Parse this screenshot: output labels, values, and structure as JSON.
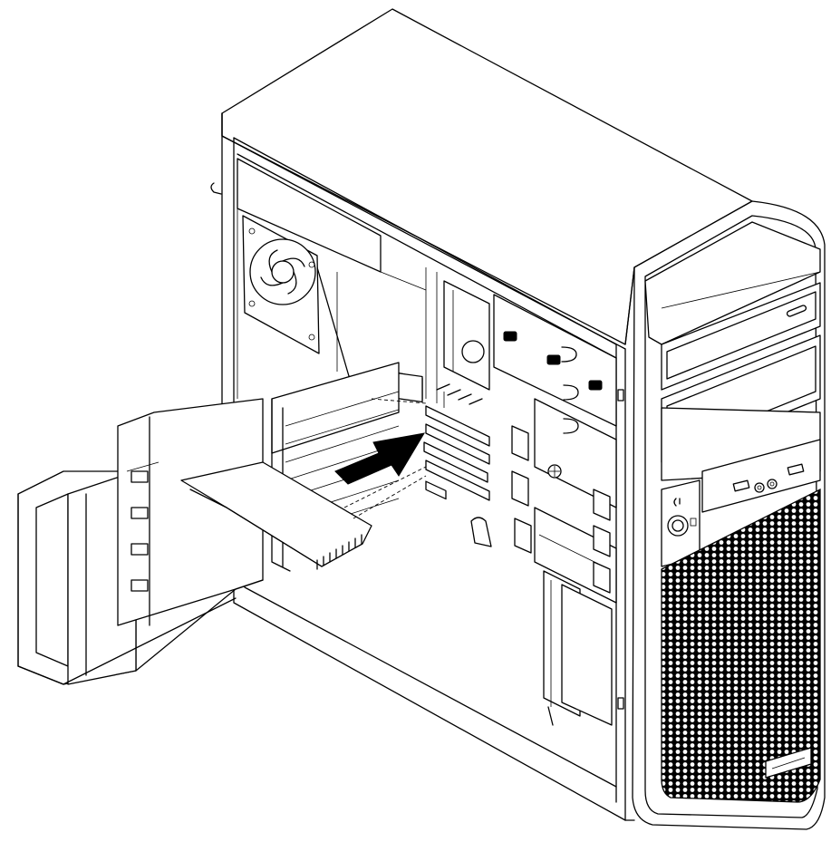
{
  "figure": {
    "subject": "computer-tower-pci-card-installation",
    "components": [
      "chassis",
      "system-fan",
      "pci-card",
      "pci-slots",
      "insertion-arrow",
      "card-retainer",
      "optical-drive-bays",
      "front-io-panel",
      "power-button",
      "front-bezel-grille"
    ],
    "colors": {
      "line": "#000000",
      "fill": "#ffffff",
      "arrow": "#000000"
    }
  }
}
